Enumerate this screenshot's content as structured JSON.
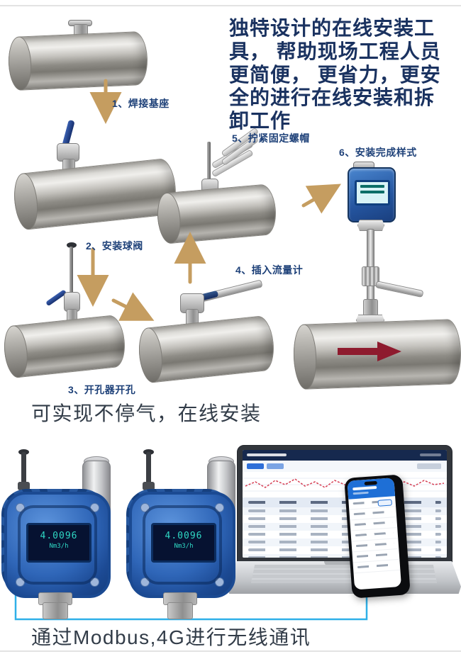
{
  "headline": "独特设计的在线安装工\n具， 帮助现场工程人员\n更简便， 更省力，更安\n全的进行在线安装和拆\n卸工作",
  "steps": [
    {
      "label": "1、焊接基座"
    },
    {
      "label": "2、安装球阀"
    },
    {
      "label": "3、开孔器开孔"
    },
    {
      "label": "4、插入流量计"
    },
    {
      "label": "5、拧紧固定螺帽"
    },
    {
      "label": "6、安装完成样式"
    }
  ],
  "captions": {
    "online": "可实现不停气，在线安装",
    "comm": "通过Modbus,4G进行无线通讯"
  },
  "detector": {
    "lcd_value": "4.0096",
    "lcd_unit": "Nm3/h"
  },
  "icons": {
    "step_arrow": "gold-arrow",
    "flow_arrow": "dark-red-flow-arrow",
    "link_line": "blue-connection-line"
  },
  "colors": {
    "headline": "#1A3260",
    "step_label": "#1D4078",
    "caption": "#323C48",
    "gold_arrow": "#C59D60",
    "valve_blue": "#1D3F8F",
    "meter_head_blue": "#24549E",
    "detector_blue": "#2F66B8",
    "lcd_teal": "#2FD8C4",
    "flow_arrow_red": "#8E1B2E",
    "link_blue": "#2FB0E8"
  }
}
